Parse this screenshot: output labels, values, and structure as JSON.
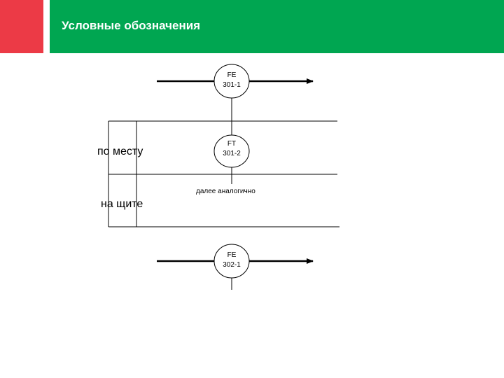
{
  "slide": {
    "title": "Условные обозначения",
    "colors": {
      "accent_red": "#ec3a46",
      "accent_green": "#00a651",
      "line": "#000000"
    }
  },
  "diagram": {
    "instruments": [
      {
        "line1": "FE",
        "line2": "301-1"
      },
      {
        "line1": "FT",
        "line2": "301-2"
      },
      {
        "line1": "FE",
        "line2": "302-1"
      }
    ],
    "row_labels": {
      "local": "по месту",
      "panel": "на щите"
    },
    "note": "далее аналогично"
  }
}
